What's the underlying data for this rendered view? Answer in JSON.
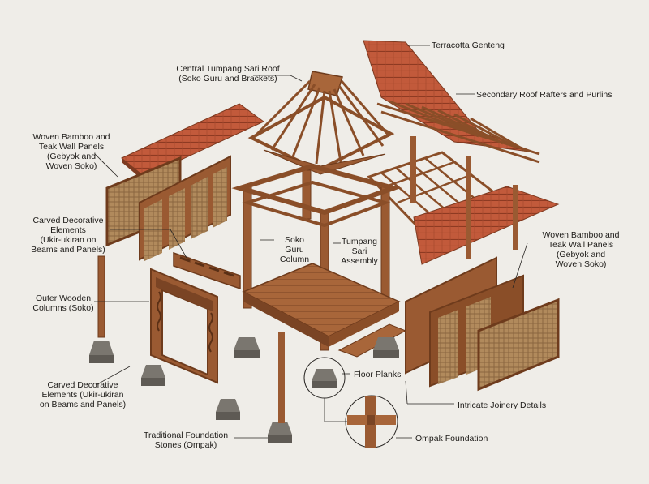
{
  "diagram": {
    "labels": {
      "terracotta_genteng": "Terracotta Genteng",
      "central_roof": "Central Tumpang Sari Roof\n(Soko Guru and Brackets)",
      "secondary_rafters": "Secondary Roof Rafters and Purlins",
      "woven_left": "Woven Bamboo and\nTeak Wall Panels\n(Gebyok and\nWoven Soko)",
      "carved_upper": "Carved Decorative\nElements\n(Ukir-ukiran on\nBeams and Panels)",
      "soko_guru": "Soko Guru\nColumn",
      "tumpang_sari": "Tumpang\nSari\nAssembly",
      "woven_right": "Woven Bamboo and\nTeak Wall Panels\n(Gebyok and\nWoven Soko)",
      "outer_columns": "Outer Wooden\nColumns (Soko)",
      "floor_planks": "Floor Planks",
      "carved_lower": "Carved Decorative\nElements (Ukir-ukiran\non Beams and Panels)",
      "joinery": "Intricate Joinery Details",
      "foundation_stones": "Traditional Foundation\nStones (Ompak)",
      "ompak_foundation": "Ompak Foundation"
    },
    "colors": {
      "background": "#efede8",
      "teak": "#9a5a32",
      "teak_dark": "#6e3b1c",
      "teak_light": "#b97645",
      "tile": "#c0573a",
      "bamboo": "#b89064",
      "stone": "#6f6b66",
      "leader": "#2a2724"
    }
  }
}
